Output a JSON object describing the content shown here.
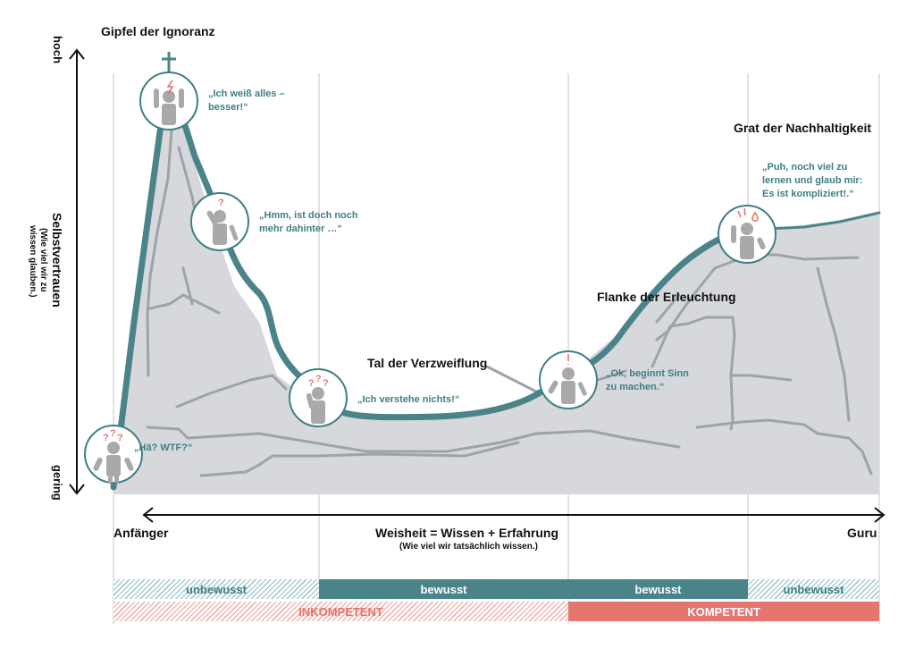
{
  "colors": {
    "teal": "#4a8489",
    "teal_text": "#3f7f85",
    "red": "#e5766f",
    "rock": "#d6d8dc",
    "crack": "#9ea3aa",
    "figure": "#a9a9a9",
    "grid": "#c8c8c8"
  },
  "y_axis": {
    "top_label": "hoch",
    "bottom_label": "gering",
    "title": "Selbstvertrauen",
    "subtitle_line1": "(Wie viel wir zu",
    "subtitle_line2": "wissen glauben.)"
  },
  "x_axis": {
    "left_label": "Anfänger",
    "right_label": "Guru",
    "title": "Weisheit = Wissen + Erfahrung",
    "subtitle": "(Wie viel wir tatsächlich wissen.)"
  },
  "landmarks": {
    "peak": "Gipfel der Ignoranz",
    "valley": "Tal der Verzweiflung",
    "slope": "Flanke der Erleuchtung",
    "plateau": "Grat der Nachhaltigkeit"
  },
  "stages": [
    {
      "id": "start",
      "quote": "„Hä? WTF?“",
      "icon": "confused-figure-icon"
    },
    {
      "id": "peak",
      "quote_line1": "„Ich weiß alles –",
      "quote_line2": "besser!“",
      "icon": "angry-figure-icon"
    },
    {
      "id": "doubt",
      "quote_line1": "„Hmm, ist doch noch",
      "quote_line2": "mehr dahinter …“",
      "icon": "head-scratch-figure-icon"
    },
    {
      "id": "valley",
      "quote": "„Ich verstehe nichts!“",
      "icon": "facepalm-figure-icon"
    },
    {
      "id": "insight",
      "quote_line1": "„Ok, beginnt Sinn",
      "quote_line2": "zu machen.“",
      "icon": "insight-figure-icon"
    },
    {
      "id": "plateau",
      "quote_line1": "„Puh, noch viel zu",
      "quote_line2": "lernen und glaub mir:",
      "quote_line3": "Es ist kompliziert!.“",
      "icon": "sweating-figure-icon"
    }
  ],
  "consciousness_bands": [
    {
      "label": "unbewusst",
      "style": "hatch-teal"
    },
    {
      "label": "bewusst",
      "style": "solid-teal"
    },
    {
      "label": "bewusst",
      "style": "solid-teal"
    },
    {
      "label": "unbewusst",
      "style": "hatch-teal"
    }
  ],
  "competence_bands": [
    {
      "label": "INKOMPETENT",
      "style": "hatch-red"
    },
    {
      "label": "KOMPETENT",
      "style": "solid-red"
    }
  ]
}
